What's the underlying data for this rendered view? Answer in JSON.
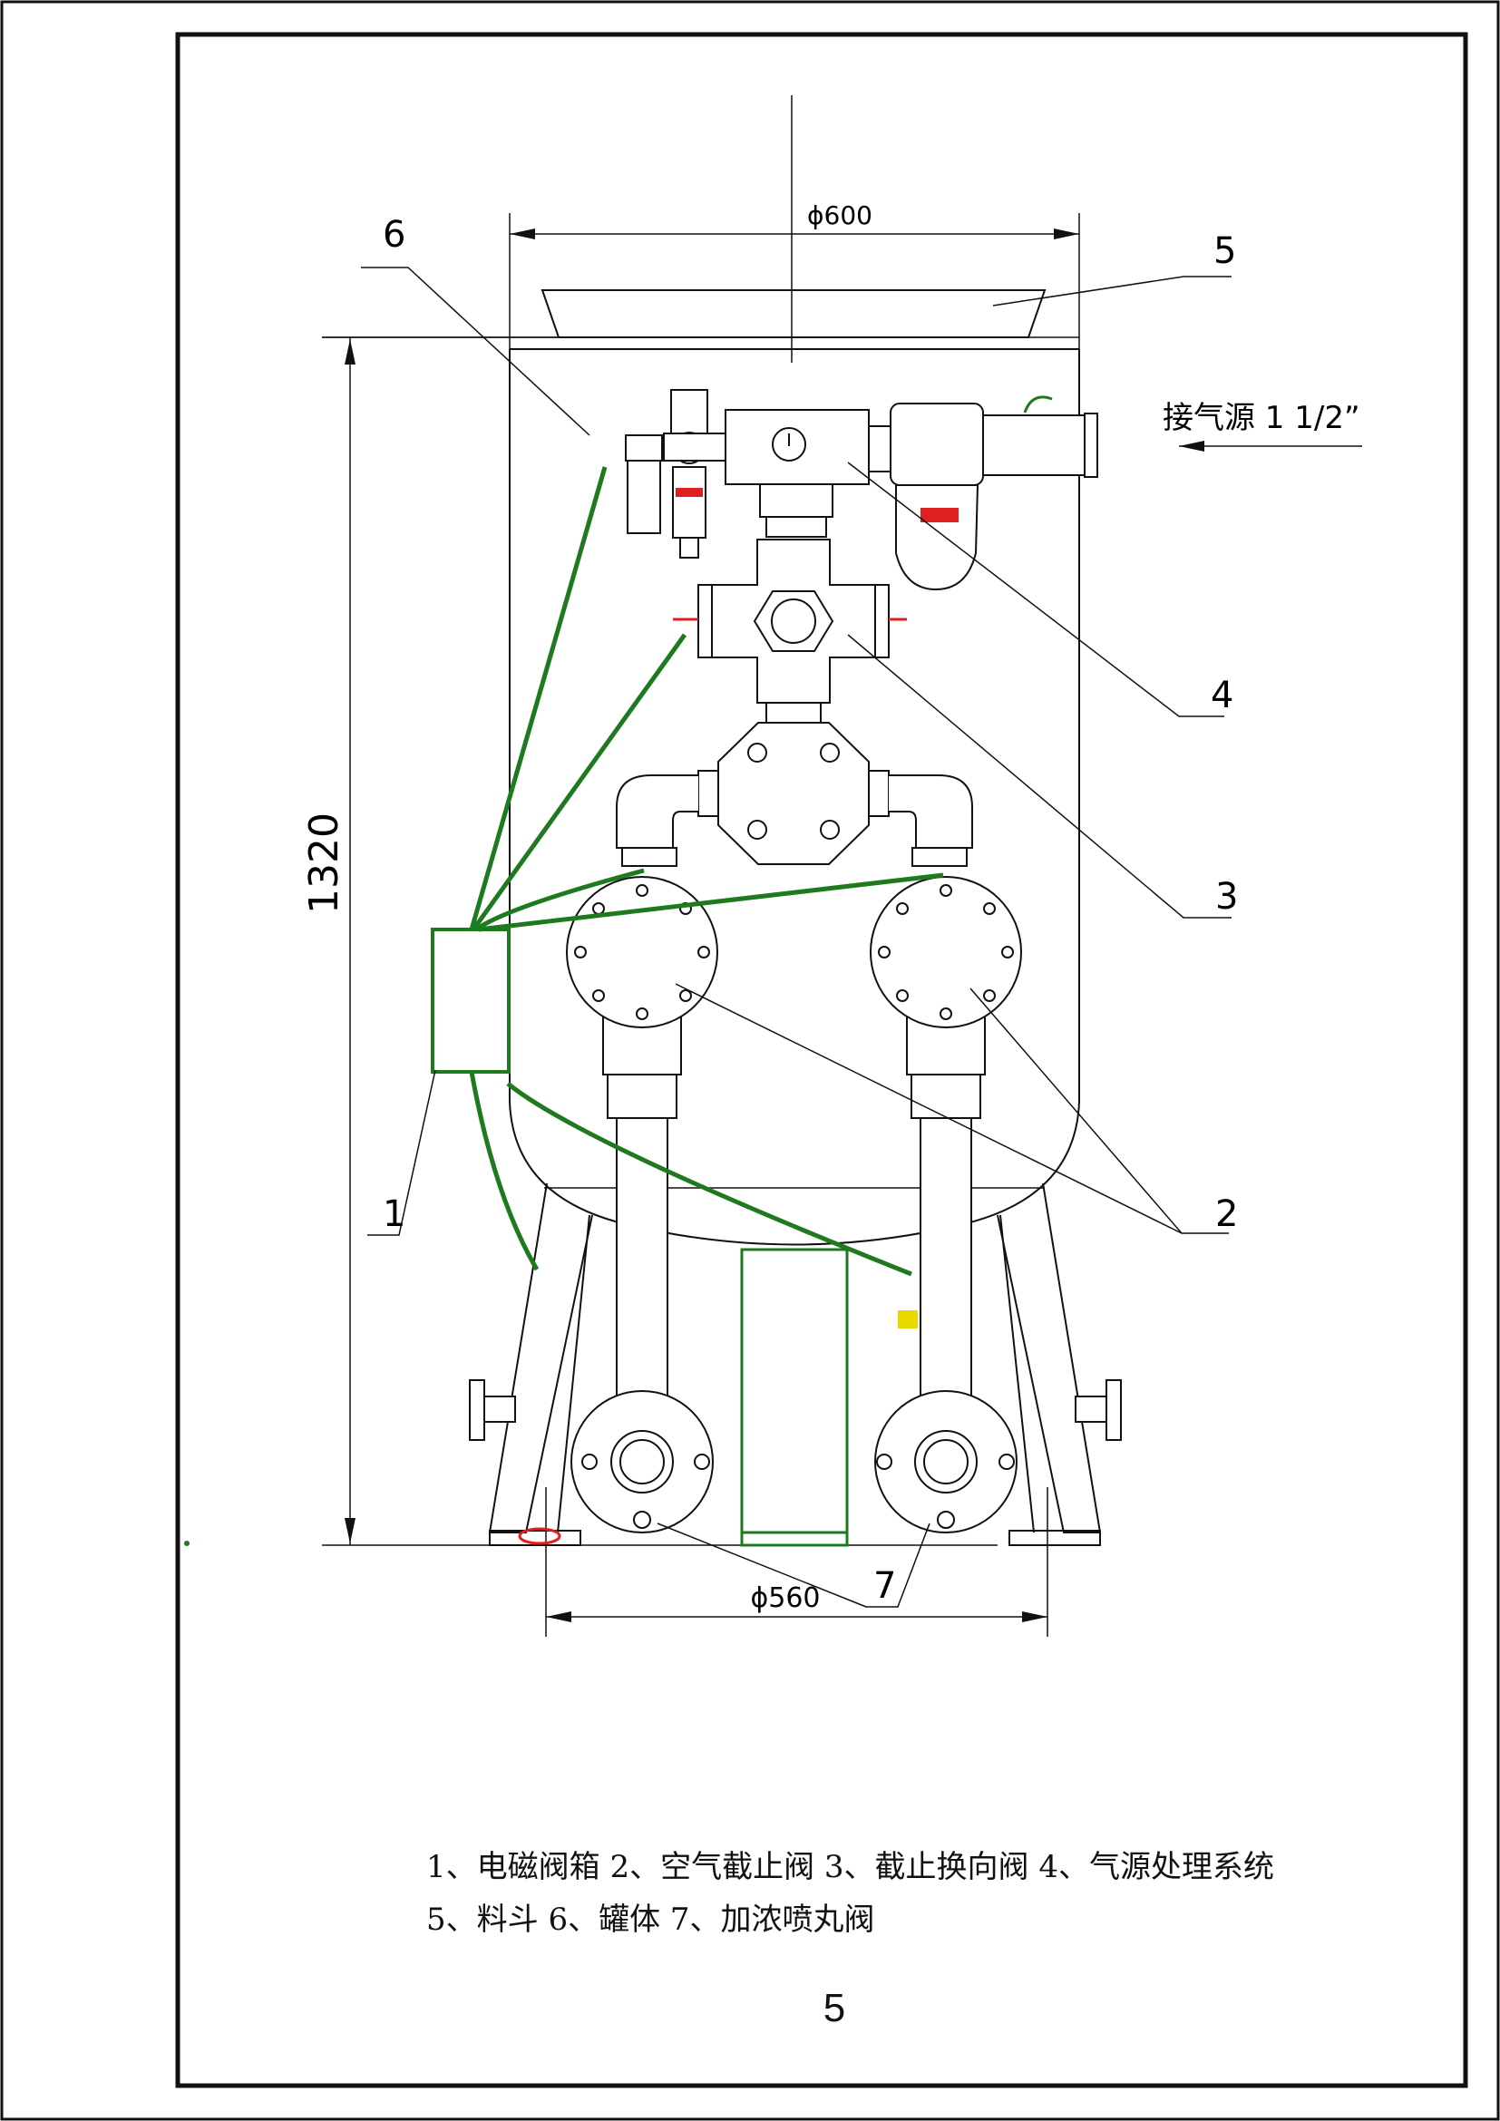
{
  "dimensions": {
    "top_diameter": "ϕ600",
    "height": "1320",
    "bottom_diameter": "ϕ560"
  },
  "annotations": {
    "air_source": "接气源  1  1/2”"
  },
  "callouts": [
    "1",
    "2",
    "3",
    "4",
    "5",
    "6",
    "7"
  ],
  "legend": {
    "line1": "1、电磁阀箱 2、空气截止阀 3、截止换向阀 4、气源处理系统",
    "line2": "5、料斗 6、罐体 7、加浓喷丸阀"
  },
  "page_number": "5",
  "colors": {
    "line": "#111111",
    "pipe": "#1f7a1f",
    "accent_red": "#e02020",
    "accent_yellow": "#e8d800"
  }
}
